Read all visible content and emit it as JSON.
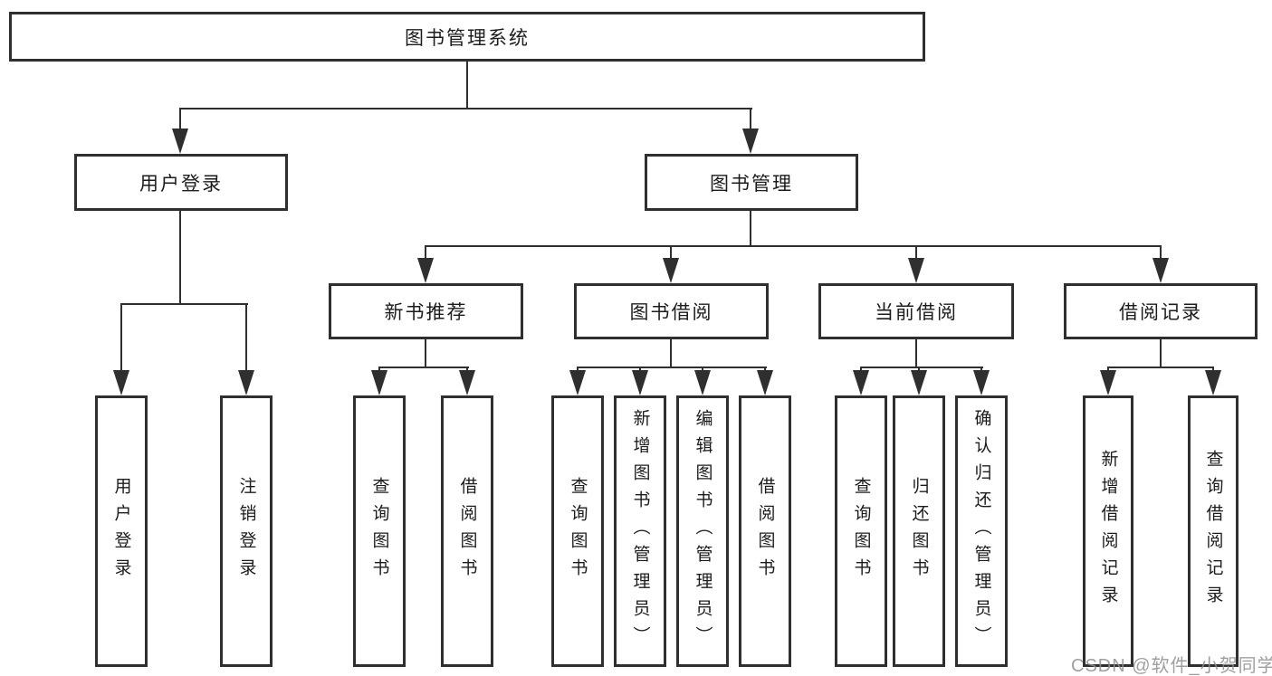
{
  "diagram": {
    "title": "图书管理系统",
    "branches": [
      {
        "label": "用户登录",
        "children": [
          {
            "label": "用户登录"
          },
          {
            "label": "注销登录"
          }
        ]
      },
      {
        "label": "图书管理",
        "children": [
          {
            "label": "新书推荐",
            "children": [
              {
                "label": "查询图书"
              },
              {
                "label": "借阅图书"
              }
            ]
          },
          {
            "label": "图书借阅",
            "children": [
              {
                "label": "查询图书"
              },
              {
                "label": "新增图书（管理员）"
              },
              {
                "label": "编辑图书（管理员）"
              },
              {
                "label": "借阅图书"
              }
            ]
          },
          {
            "label": "当前借阅",
            "children": [
              {
                "label": "查询图书"
              },
              {
                "label": "归还图书"
              },
              {
                "label": "确认归还（管理员）"
              }
            ]
          },
          {
            "label": "借阅记录",
            "children": [
              {
                "label": "新增借阅记录"
              },
              {
                "label": "查询借阅记录"
              }
            ]
          }
        ]
      }
    ]
  },
  "watermark": {
    "text": "CSDN @软件_小贺同学"
  },
  "colors": {
    "line": "#2f2f2f",
    "box_border": "#2f2f2f",
    "text": "#1c1c1c",
    "watermark": "#8f8f8f",
    "background": "#ffffff"
  }
}
